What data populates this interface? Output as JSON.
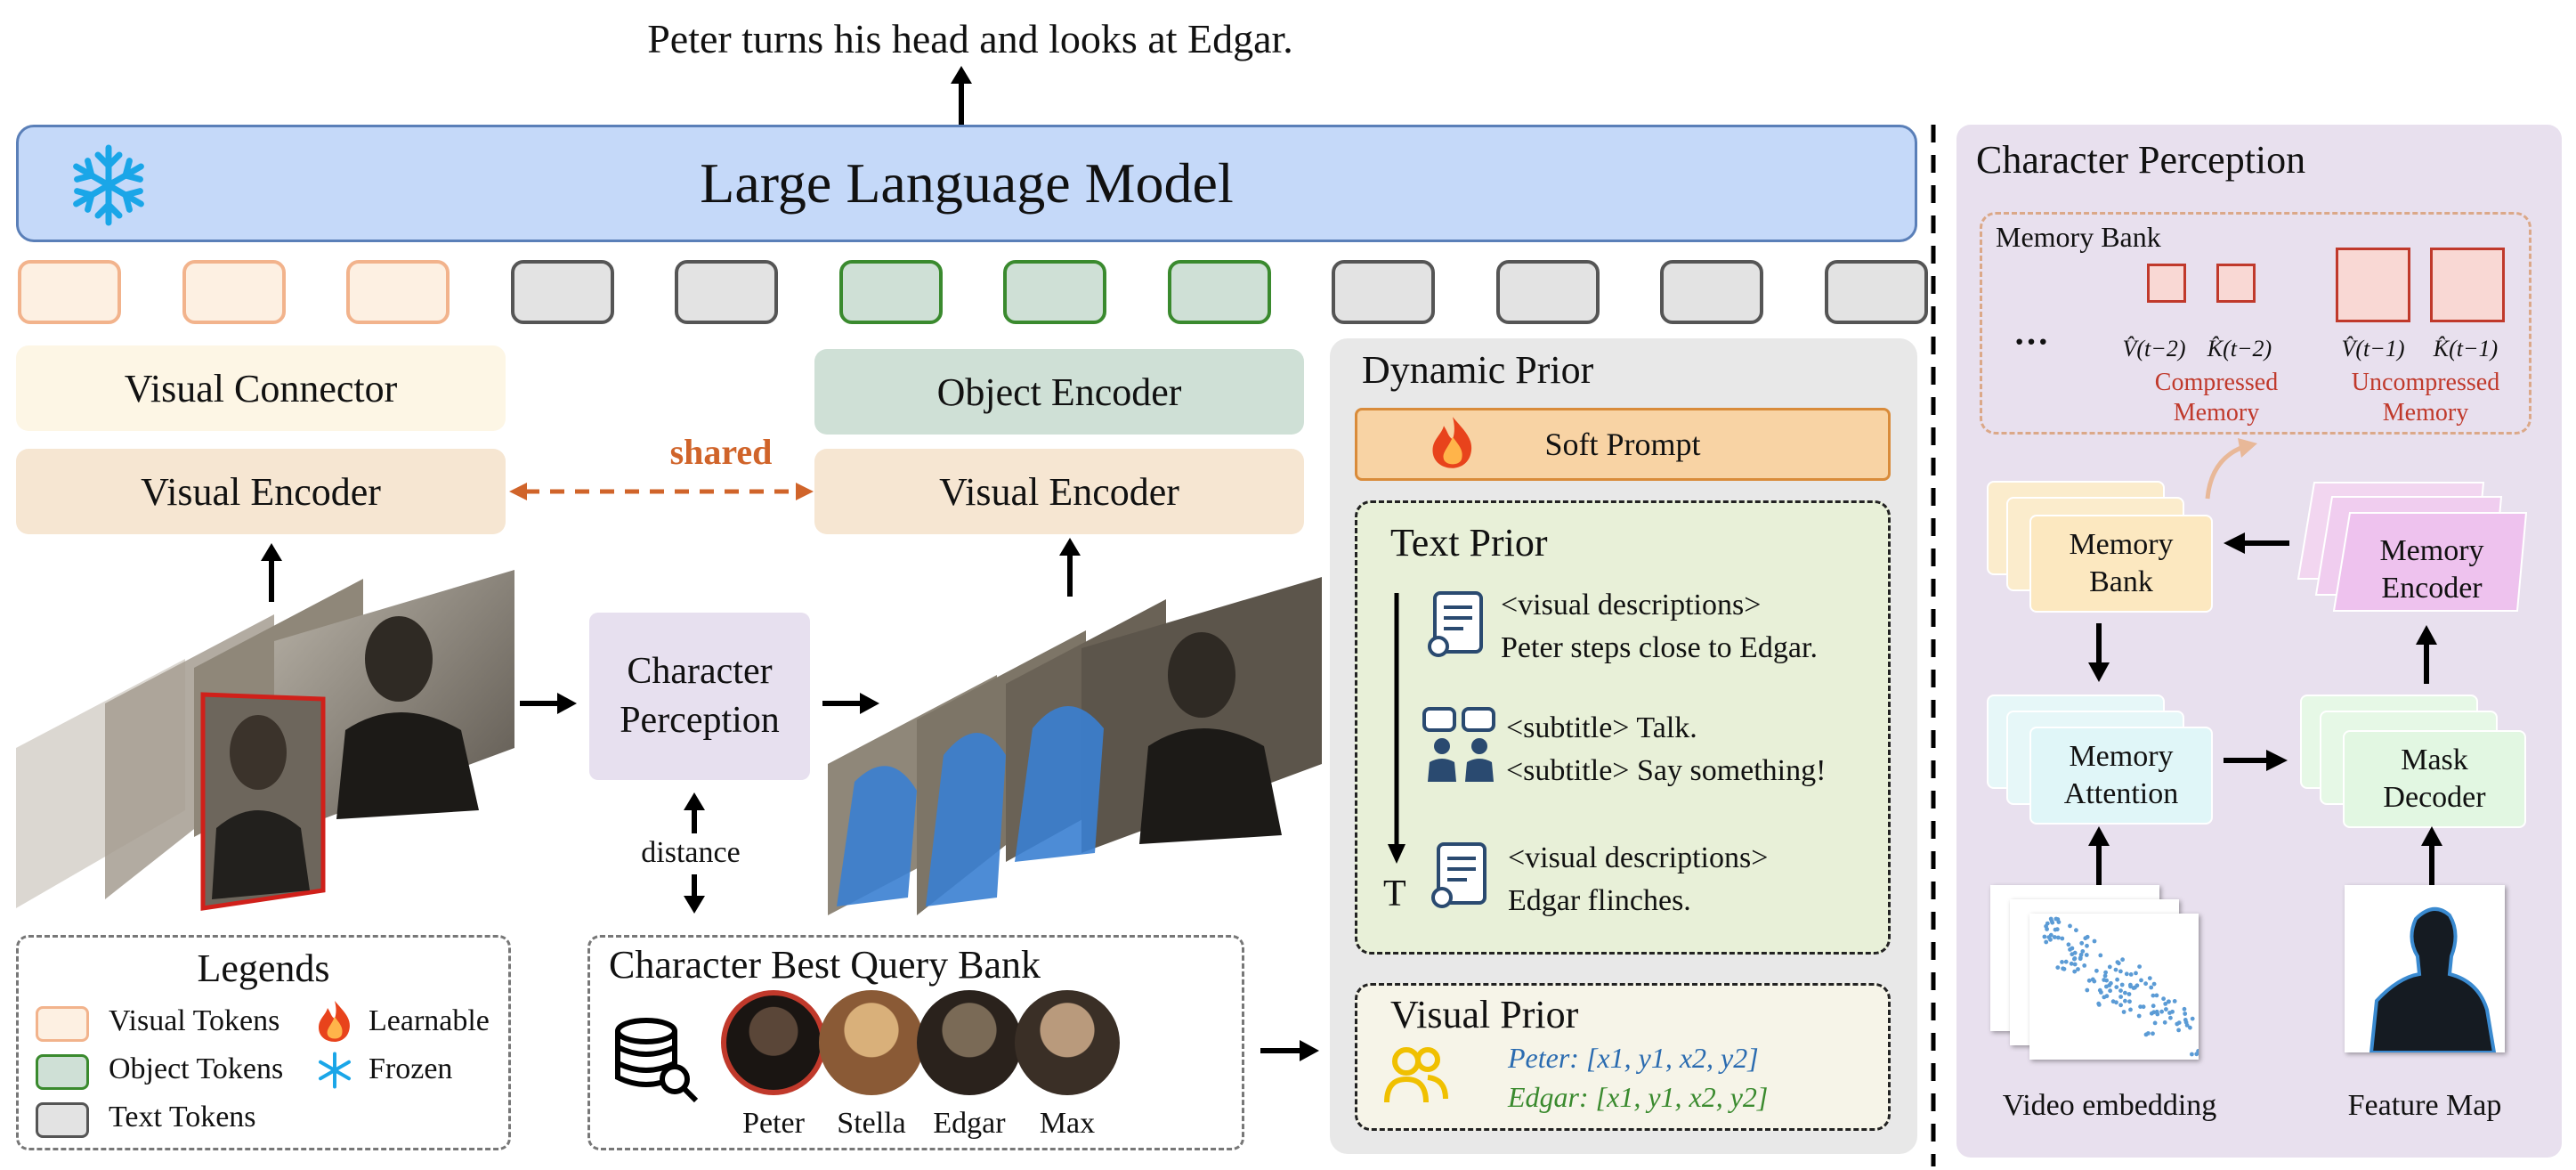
{
  "output_caption": "Peter turns his head and looks at Edgar.",
  "llm": {
    "label": "Large Language Model",
    "icon": "snowflake-icon"
  },
  "tokens": [
    "visual",
    "visual",
    "visual",
    "text",
    "text",
    "object",
    "object",
    "object",
    "text",
    "text",
    "text",
    "text"
  ],
  "left": {
    "visual_connector": "Visual Connector",
    "visual_encoder_left": "Visual Encoder",
    "shared_label": "shared",
    "object_encoder": "Object Encoder",
    "visual_encoder_right": "Visual Encoder",
    "character_perception": [
      "Character",
      "Perception"
    ],
    "distance_label": "distance"
  },
  "legends": {
    "title": "Legends",
    "items": [
      {
        "label": "Visual Tokens",
        "color": "#f2b38c"
      },
      {
        "label": "Object Tokens",
        "color": "#3a8a2e"
      },
      {
        "label": "Text Tokens",
        "color": "#555555"
      }
    ],
    "learnable": "Learnable",
    "frozen": "Frozen"
  },
  "query_bank": {
    "title": "Character Best Query Bank",
    "characters": [
      "Peter",
      "Stella",
      "Edgar",
      "Max"
    ]
  },
  "dynamic_prior": {
    "title": "Dynamic Prior",
    "soft_prompt": "Soft Prompt",
    "text_prior": {
      "title": "Text Prior",
      "entries": [
        {
          "line1": "<visual descriptions>",
          "line2": "Peter steps close to Edgar."
        },
        {
          "line1": "<subtitle> Talk.",
          "line2": "<subtitle> Say something!"
        },
        {
          "line1": "<visual descriptions>",
          "line2": "Edgar flinches."
        }
      ],
      "time_label": "T"
    },
    "visual_prior": {
      "title": "Visual Prior",
      "peter": "Peter: [x1, y1, x2, y2]",
      "edgar": "Edgar: [x1, y1, x2, y2]"
    }
  },
  "character_perception_panel": {
    "title": "Character Perception",
    "memory_bank_title": "Memory Bank",
    "ellipsis": "···",
    "compressed_caption": [
      "Compressed",
      "Memory"
    ],
    "uncompressed_caption": [
      "Uncompressed",
      "Memory"
    ],
    "compressed_symbols": [
      "V̂(t−2)",
      "K̂(t−2)"
    ],
    "uncompressed_symbols": [
      "V̂(t−1)",
      "K̂(t−1)"
    ],
    "memory_bank": [
      "Memory",
      "Bank"
    ],
    "memory_encoder": [
      "Memory",
      "Encoder"
    ],
    "memory_attention": [
      "Memory",
      "Attention"
    ],
    "mask_decoder": [
      "Mask",
      "Decoder"
    ],
    "video_embedding": "Video embedding",
    "feature_map": "Feature Map"
  },
  "colors": {
    "llm_fill": "#c5d9f9",
    "llm_border": "#5a7fb8",
    "shared_orange": "#d0642a",
    "memory_red": "#c0392b",
    "visual_prior_blue": "#2a6bb0",
    "visual_prior_green": "#3a8a2e"
  }
}
